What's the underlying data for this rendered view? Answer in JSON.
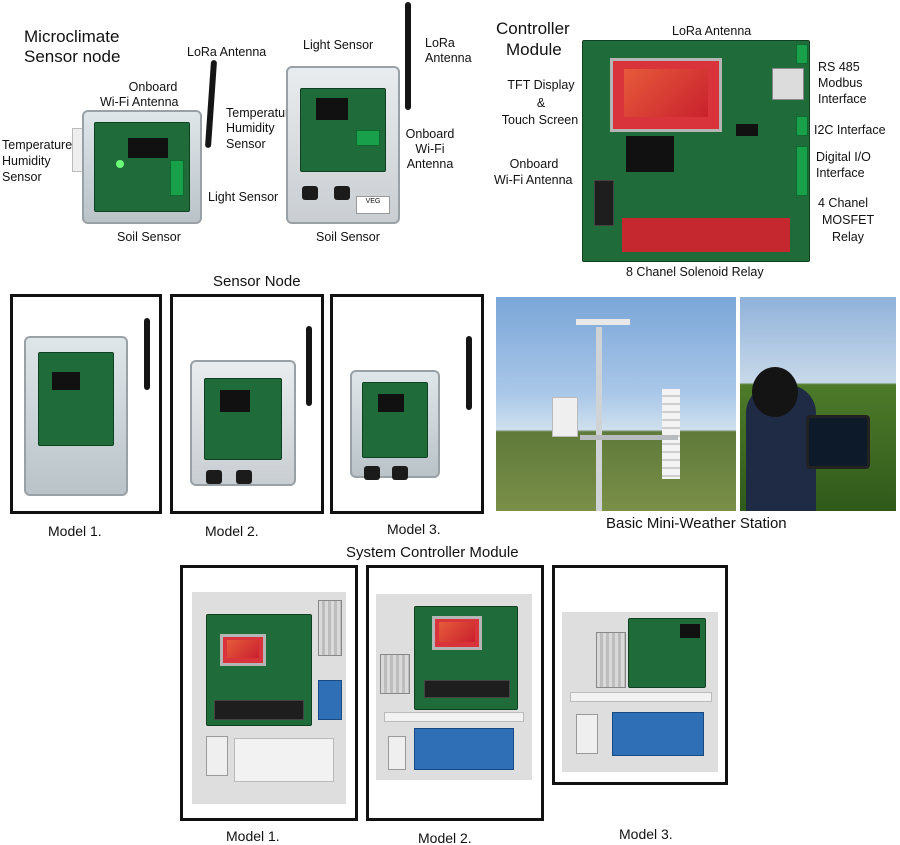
{
  "top_left": {
    "title_line1": "Microclimate",
    "title_line2": "Sensor node",
    "labels": {
      "lora_antenna": "LoRa Antenna",
      "onboard_wifi_1": "Onboard",
      "onboard_wifi_2": "Wi-Fi Antenna",
      "temp_hum_left_1": "Temperature",
      "temp_hum_left_2": "Humidity",
      "temp_hum_left_3": "Sensor",
      "temp_hum_mid_1": "Temperature",
      "temp_hum_mid_2": "Humidity",
      "temp_hum_mid_3": "Sensor",
      "light_sensor_left": "Light Sensor",
      "soil_sensor_left": "Soil Sensor",
      "light_sensor_top": "Light Sensor",
      "lora_antenna_right_1": "LoRa",
      "lora_antenna_right_2": "Antenna",
      "onboard_wifi_right_1": "Onboard",
      "onboard_wifi_right_2": "Wi-Fi",
      "onboard_wifi_right_3": "Antenna",
      "soil_sensor_right": "Soil Sensor"
    }
  },
  "controller": {
    "title_line1": "Controller",
    "title_line2": "Module",
    "labels": {
      "lora_antenna": "LoRa Antenna",
      "tft_1": "TFT Display",
      "tft_2": "&",
      "tft_3": "Touch Screen",
      "wifi_1": "Onboard",
      "wifi_2": "Wi-Fi Antenna",
      "rs485_1": "RS 485",
      "rs485_2": "Modbus",
      "rs485_3": "Interface",
      "i2c": "I2C Interface",
      "dio_1": "Digital I/O",
      "dio_2": "Interface",
      "mosfet_1": "4 Chanel",
      "mosfet_2": "MOSFET",
      "mosfet_3": "Relay",
      "solenoid": "8 Chanel Solenoid Relay"
    }
  },
  "sensor_node": {
    "title": "Sensor Node",
    "models": [
      "Model 1.",
      "Model 2.",
      "Model 3."
    ]
  },
  "weather": {
    "caption": "Basic Mini-Weather Station"
  },
  "system_controller": {
    "title": "System Controller Module",
    "models": [
      "Model 1.",
      "Model 2.",
      "Model 3."
    ]
  },
  "device_label_text": "VEG"
}
